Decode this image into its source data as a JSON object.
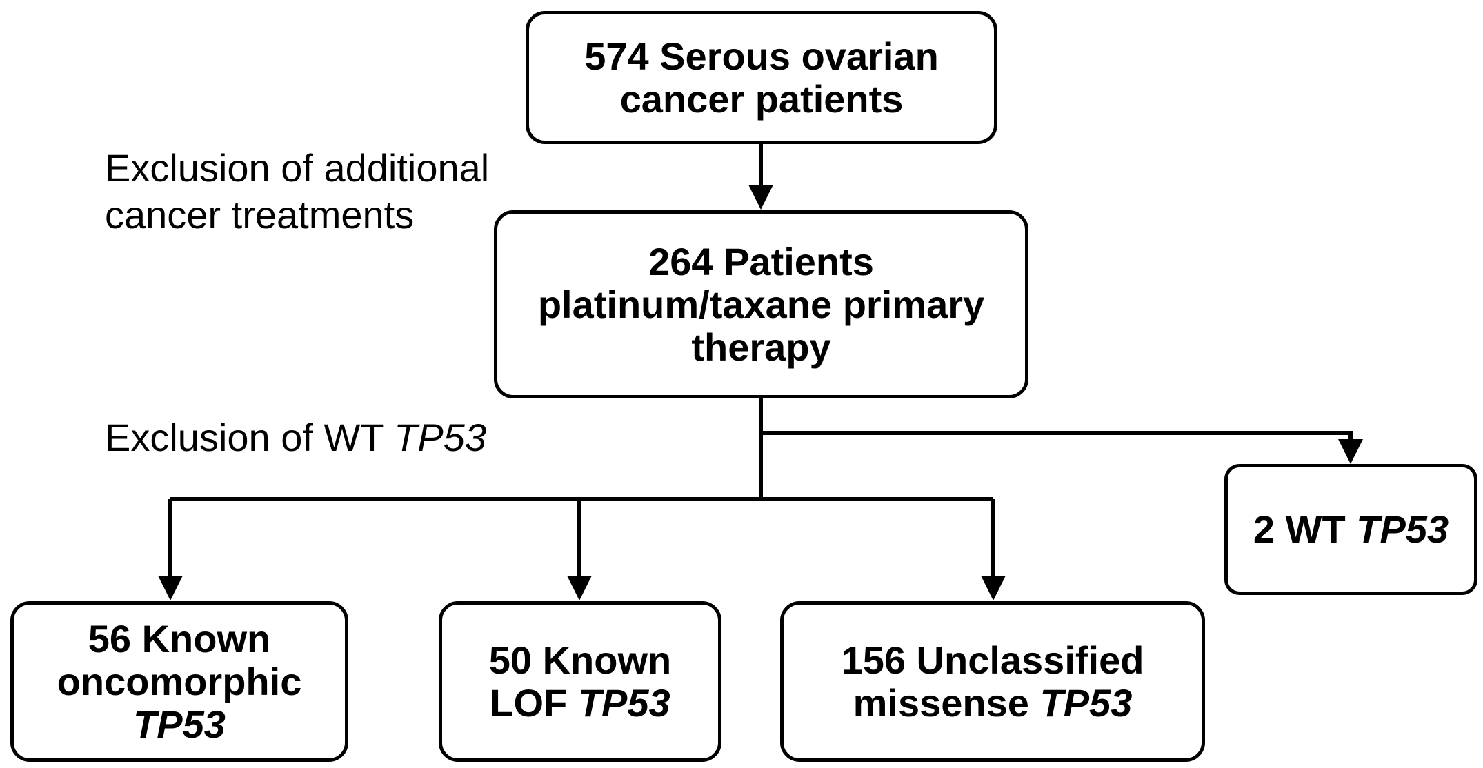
{
  "boxes": {
    "top": {
      "line1": "574 Serous ovarian",
      "line2": "cancer patients"
    },
    "middle": {
      "line1": "264 Patients",
      "line2": "platinum/taxane primary",
      "line3": "therapy"
    },
    "wt": {
      "prefix": "2 WT ",
      "gene": "TP53"
    },
    "oncomorphic": {
      "line1": "56 Known",
      "line2": "oncomorphic",
      "gene": "TP53"
    },
    "lof": {
      "line1": "50 Known",
      "prefix": "LOF ",
      "gene": "TP53"
    },
    "unclassified": {
      "line1": "156 Unclassified",
      "prefix": "missense ",
      "gene": "TP53"
    }
  },
  "notes": {
    "exclusion1": {
      "line1": "Exclusion of additional",
      "line2": "cancer treatments"
    },
    "exclusion2": {
      "prefix": "Exclusion of WT ",
      "gene": "TP53"
    }
  }
}
